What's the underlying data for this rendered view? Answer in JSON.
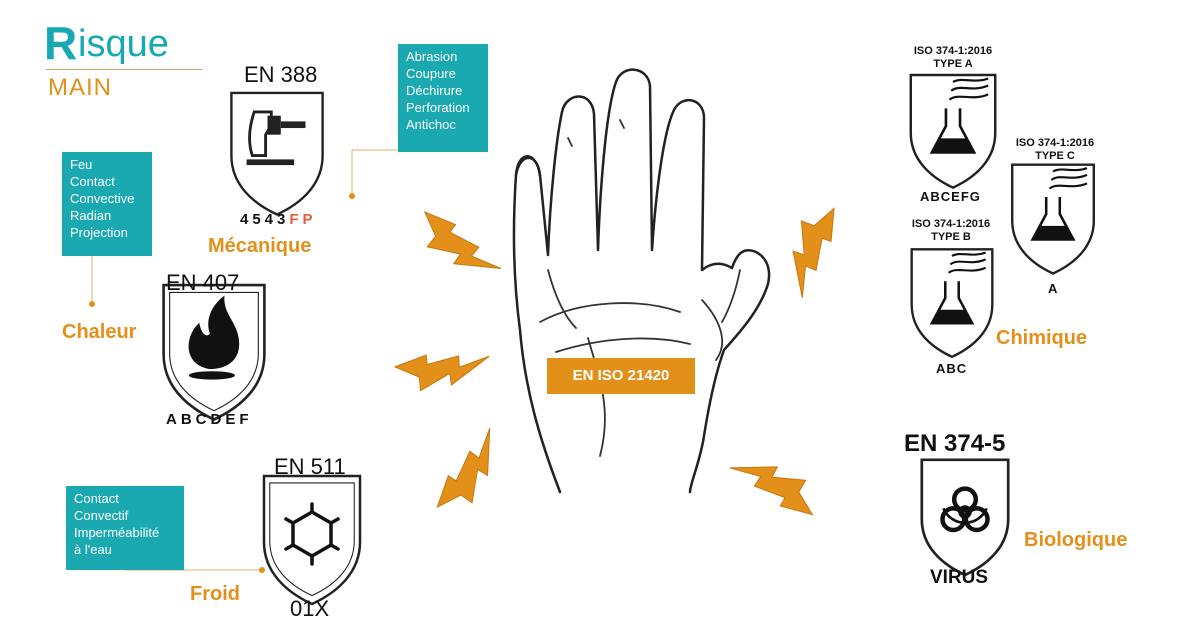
{
  "logo": {
    "initial": "R",
    "rest": "isque",
    "subtitle": "MAIN"
  },
  "center": {
    "label": "EN ISO 21420"
  },
  "mecanique": {
    "standard": "EN 388",
    "code_main": "4543",
    "code_accent": "FP",
    "category": "Mécanique",
    "properties": [
      "Abrasion",
      "Coupure",
      "Déchirure",
      "Perforation",
      "Antichoc"
    ]
  },
  "chaleur": {
    "standard": "EN  407",
    "code": "ABCDEF",
    "category": "Chaleur",
    "properties": [
      "Feu",
      "Contact",
      "Convective",
      "Radian",
      "Projection"
    ]
  },
  "froid": {
    "standard": "EN 511",
    "code": "01X",
    "category": "Froid",
    "properties": [
      "Contact",
      "Convectif",
      "Imperméabilité",
      "à l'eau"
    ]
  },
  "chimique": {
    "category": "Chimique",
    "type_a": {
      "standard": "ISO 374-1:2016",
      "type": "TYPE A",
      "code": "ABCEFG"
    },
    "type_b": {
      "standard": "ISO 374-1:2016",
      "type": "TYPE B",
      "code": "ABC"
    },
    "type_c": {
      "standard": "ISO 374-1:2016",
      "type": "TYPE C",
      "code": "A"
    }
  },
  "biologique": {
    "standard": "EN 374-5",
    "code": "VIRUS",
    "category": "Biologique"
  },
  "colors": {
    "accent": "#e3901a",
    "teal": "#1aa9b1",
    "logo": "#17a9b3",
    "accent_code": "#e0603a"
  }
}
